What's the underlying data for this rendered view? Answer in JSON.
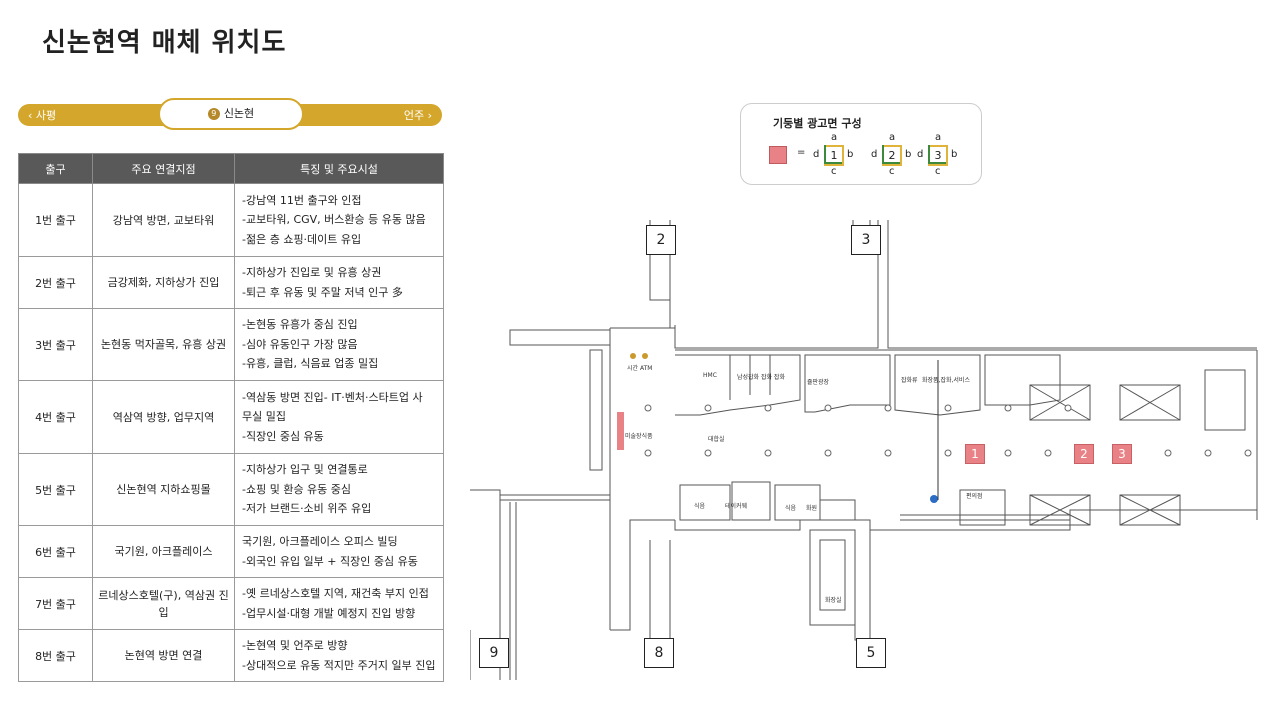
{
  "page": {
    "title": "신논현역 매체 위치도"
  },
  "station_bar": {
    "prev": "‹ 사평",
    "current_line": "9",
    "current": "신논현",
    "next": "언주 ›",
    "color": "#d4a72c"
  },
  "table": {
    "headers": [
      "출구",
      "주요 연결지점",
      "특징 및 주요시설"
    ],
    "rows": [
      {
        "exit": "1번 출구",
        "conn": "강남역 방면, 교보타워",
        "features": [
          "-강남역 11번 출구와 인접",
          "-교보타워, CGV, 버스환승 등 유동 많음",
          "-젊은 층 쇼핑·데이트 유입"
        ]
      },
      {
        "exit": "2번 출구",
        "conn": "금강제화, 지하상가 진입",
        "features": [
          "-지하상가 진입로 및 유흥 상권",
          "-퇴근 후 유동 및 주말 저녁 인구 多"
        ]
      },
      {
        "exit": "3번 출구",
        "conn": "논현동 먹자골목, 유흥 상권",
        "features": [
          "-논현동 유흥가 중심 진입",
          "-심야 유동인구 가장 많음",
          "-유흥, 클럽, 식음료 업종 밀집"
        ]
      },
      {
        "exit": "4번 출구",
        "conn": "역삼역 방향, 업무지역",
        "features": [
          "-역삼동 방면 진입- IT·벤처·스타트업 사",
          "무실 밀집",
          "-직장인 중심 유동"
        ]
      },
      {
        "exit": "5번 출구",
        "conn": "신논현역 지하쇼핑몰",
        "features": [
          "-지하상가 입구 및 연결통로",
          "-쇼핑 및 환승 유동 중심",
          "-저가 브랜드·소비 위주 유입"
        ]
      },
      {
        "exit": "6번 출구",
        "conn": "국기원, 아크플레이스",
        "features": [
          "국기원, 아크플레이스 오피스 빌딩",
          "-외국인 유입 일부 + 직장인 중심 유동"
        ]
      },
      {
        "exit": "7번 출구",
        "conn": "르네상스호텔(구), 역삼권 진입",
        "features": [
          "-옛 르네상스호텔 지역, 재건축 부지 인접",
          "-업무시설·대형 개발 예정지 진입 방향"
        ]
      },
      {
        "exit": "8번 출구",
        "conn": "논현역 방면 연결",
        "features": [
          "-논현역 및 언주로 방향",
          "-상대적으로 유동 적지만 주거지 일부 진입"
        ]
      }
    ]
  },
  "legend": {
    "title": "기둥별 광고면 구성",
    "equals": "=",
    "pillars": [
      {
        "num": "1",
        "a": "a",
        "b": "b",
        "c": "c",
        "d": "d"
      },
      {
        "num": "2",
        "a": "a",
        "b": "b",
        "c": "c",
        "d": "d"
      },
      {
        "num": "3",
        "a": "a",
        "b": "b",
        "c": "c",
        "d": "d"
      }
    ],
    "ad_color": "#e88286"
  },
  "map": {
    "exits": [
      "2",
      "3",
      "9",
      "8",
      "5"
    ],
    "ad_pillars": [
      "1",
      "2",
      "3"
    ],
    "labels": {
      "atm": "시간 ATM",
      "hmc": "HMC",
      "shops": "남성잡화 잡화 잡화",
      "plaza": "쥴판광장",
      "store1": "잡화류",
      "store2": "화장품,잡화,서비스",
      "art": "미술장식품",
      "waiting": "대합실",
      "food1": "식음",
      "cafe": "테이커웨",
      "food2": "식음",
      "flower": "화원",
      "convenience": "편의점",
      "restroom": "화장실"
    }
  }
}
